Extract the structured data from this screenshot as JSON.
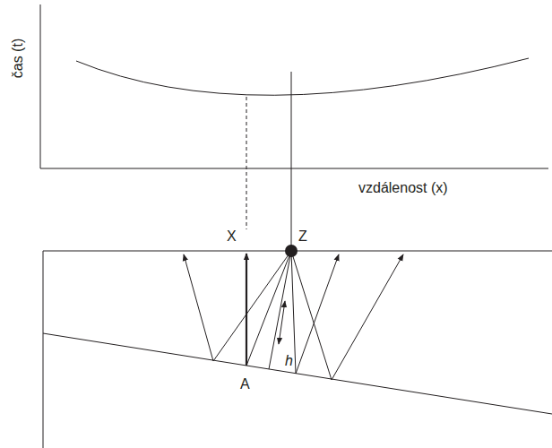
{
  "diagram": {
    "labels": [
      "čas (t)",
      "vzdálenost (x)",
      "X",
      "Z",
      "h",
      "A"
    ]
  }
}
